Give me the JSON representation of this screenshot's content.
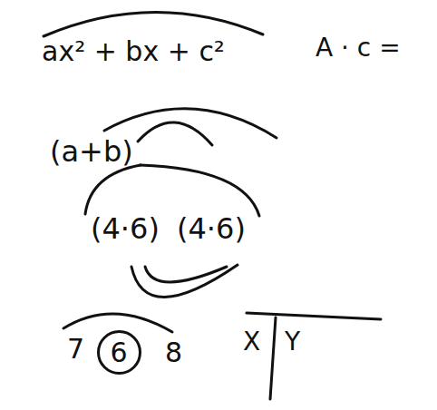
{
  "diagram": {
    "nodes": [
      {
        "text": [
          "6"
        ]
      }
    ],
    "labels": [
      "ax² + bx + c²",
      "A · c =",
      "(a+b)",
      "(4·6)",
      "(4·6)",
      "7",
      "8",
      "X",
      "Y"
    ]
  }
}
